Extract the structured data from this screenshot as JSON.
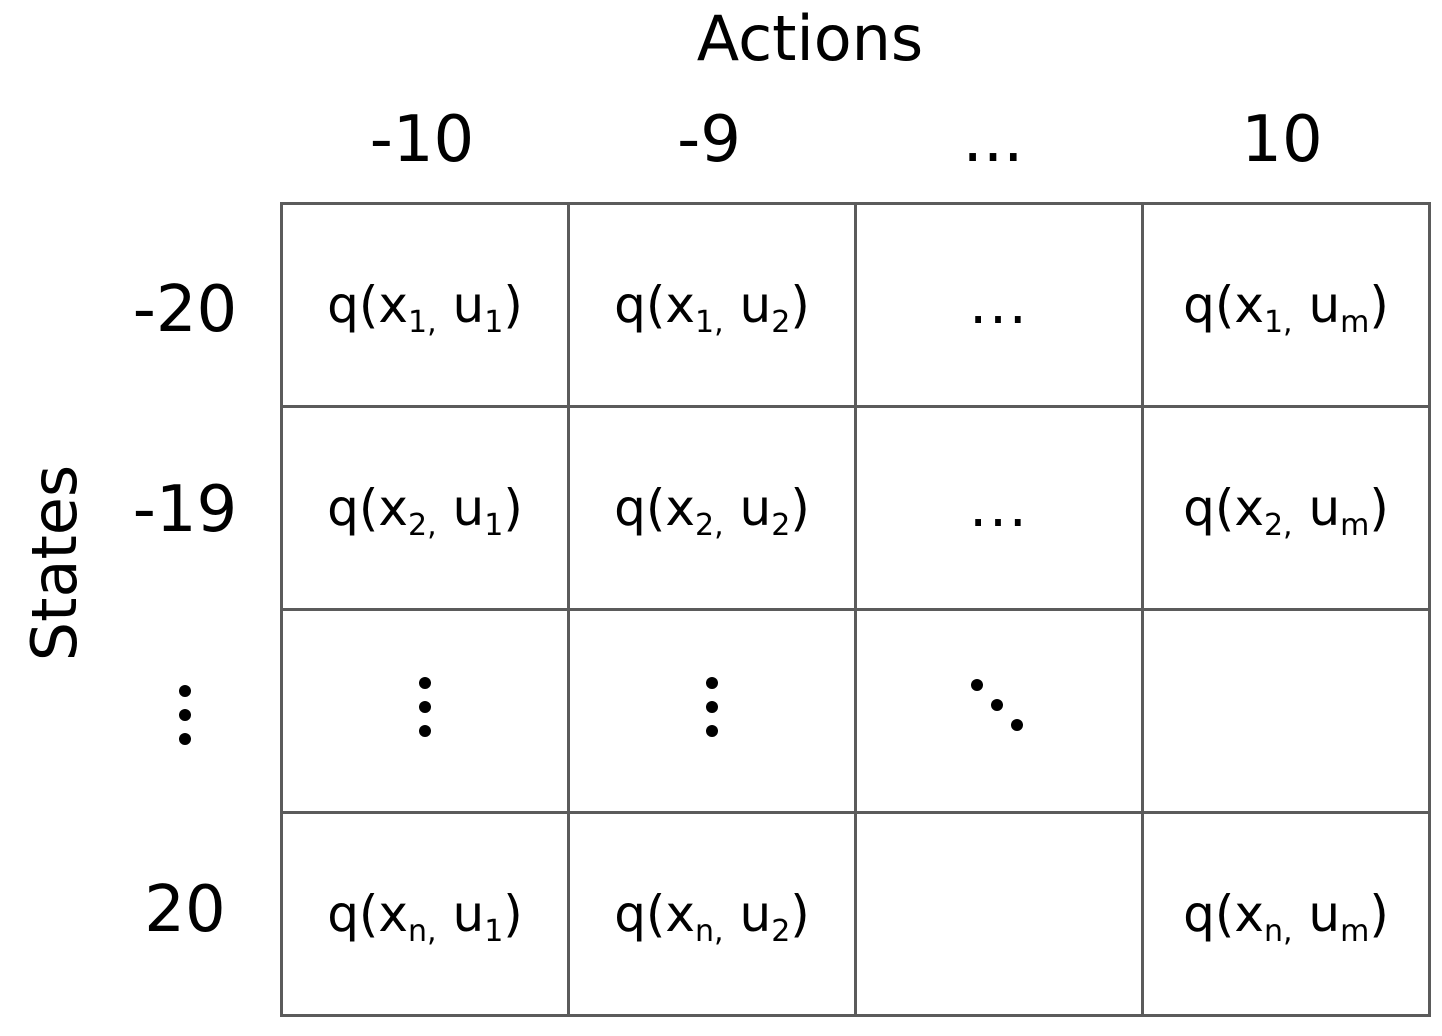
{
  "actions_label": "Actions",
  "states_label": "States",
  "action_headers": [
    "-10",
    "-9",
    "...",
    "10"
  ],
  "state_headers": [
    "-20",
    "-19",
    "⋮",
    "20"
  ],
  "cells": [
    [
      {
        "kind": "q",
        "fn": "q(x",
        "xs": "1,",
        "mid": " u",
        "us": "1",
        "end": ")"
      },
      {
        "kind": "q",
        "fn": "q(x",
        "xs": "1,",
        "mid": " u",
        "us": "2",
        "end": ")"
      },
      {
        "kind": "hdots",
        "text": "..."
      },
      {
        "kind": "q",
        "fn": "q(x",
        "xs": "1,",
        "mid": " u",
        "us": "m",
        "end": ")"
      }
    ],
    [
      {
        "kind": "q",
        "fn": "q(x",
        "xs": "2,",
        "mid": " u",
        "us": "1",
        "end": ")"
      },
      {
        "kind": "q",
        "fn": "q(x",
        "xs": "2,",
        "mid": " u",
        "us": "2",
        "end": ")"
      },
      {
        "kind": "hdots",
        "text": "..."
      },
      {
        "kind": "q",
        "fn": "q(x",
        "xs": "2,",
        "mid": " u",
        "us": "m",
        "end": ")"
      }
    ],
    [
      {
        "kind": "vdots"
      },
      {
        "kind": "vdots"
      },
      {
        "kind": "ddots"
      },
      {
        "kind": "empty"
      }
    ],
    [
      {
        "kind": "q",
        "fn": "q(x",
        "xs": "n,",
        "mid": " u",
        "us": "1",
        "end": ")"
      },
      {
        "kind": "q",
        "fn": "q(x",
        "xs": "n,",
        "mid": " u",
        "us": "2",
        "end": ")"
      },
      {
        "kind": "empty"
      },
      {
        "kind": "q",
        "fn": "q(x",
        "xs": "n,",
        "mid": " u",
        "us": "m",
        "end": ")"
      }
    ]
  ]
}
